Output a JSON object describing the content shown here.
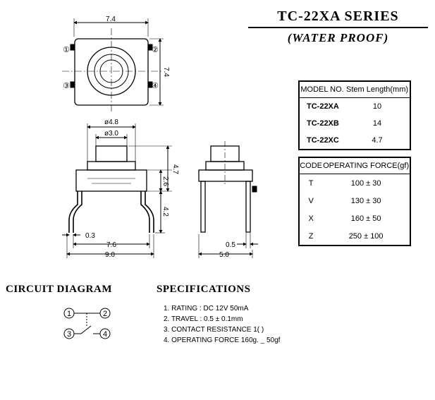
{
  "header": {
    "title": "TC-22XA   SERIES",
    "subtitle": "(WATER  PROOF)"
  },
  "drawing_top": {
    "width_dim": "7.4",
    "height_dim": "7.4",
    "pin_labels": [
      "①",
      "②",
      "③",
      "④"
    ]
  },
  "drawing_front": {
    "outer_dia": "ø4.8",
    "inner_dia": "ø3.0",
    "height_total": "4.7",
    "height_body": "2.6",
    "lead_length": "4.2",
    "lead_thickness": "0.3",
    "pin_spacing": "7.6",
    "overall_width": "9.0"
  },
  "drawing_side": {
    "pin_width": "0.5",
    "body_width": "5.0"
  },
  "model_table": {
    "headers": [
      "MODEL NO.",
      "Stem Length(mm)"
    ],
    "rows": [
      [
        "TC-22XA",
        "10"
      ],
      [
        "TC-22XB",
        "14"
      ],
      [
        "TC-22XC",
        "4.7"
      ]
    ]
  },
  "force_table": {
    "headers": [
      "CODE",
      "OPERATING FORCE(gf)"
    ],
    "rows": [
      [
        "T",
        "100 ± 30"
      ],
      [
        "V",
        "130 ± 30"
      ],
      [
        "X",
        "160 ± 50"
      ],
      [
        "Z",
        "250 ± 100"
      ]
    ]
  },
  "circuit": {
    "heading": "CIRCUIT  DIAGRAM",
    "nodes": [
      "1",
      "2",
      "3",
      "4"
    ]
  },
  "specifications": {
    "heading": "SPECIFICATIONS",
    "items": [
      "1. RATING : DC 12V  50mA",
      "2. TRAVEL : 0.5 ± 0.1mm",
      "3. CONTACT  RESISTANCE 1(  )",
      "4. OPERATING  FORCE 160g.  _ 50gf"
    ]
  }
}
